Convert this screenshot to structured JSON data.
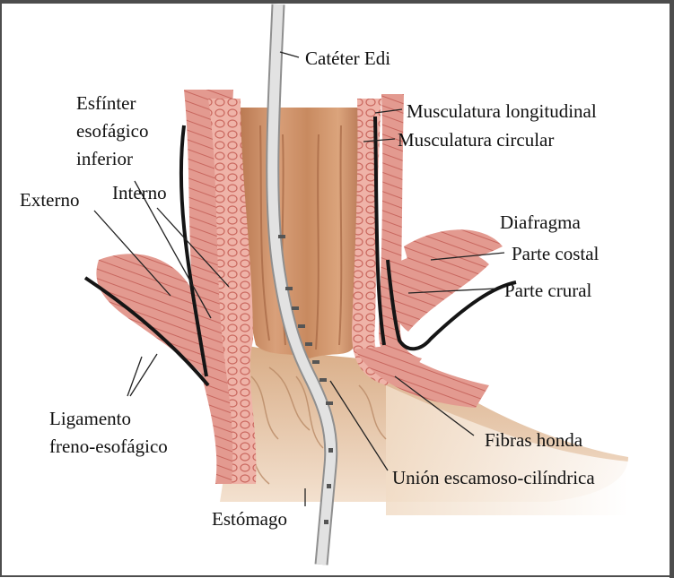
{
  "labels": {
    "cateter": "Catéter Edi",
    "esfinter": [
      "Esfínter",
      "esofágico",
      "inferior"
    ],
    "externo": "Externo",
    "interno": "Interno",
    "musc_long": "Musculatura longitudinal",
    "musc_circ": "Musculatura circular",
    "diafragma": "Diafragma",
    "parte_costal": "Parte costal",
    "parte_crural": "Parte crural",
    "ligamento": [
      "Ligamento",
      "freno-esofágico"
    ],
    "fibras": "Fibras honda",
    "union": "Unión escamoso-cilíndrica",
    "estomago": "Estómago"
  },
  "colors": {
    "frame": "#4d4d4d",
    "muscle_pink": "#e8a39a",
    "muscle_dark": "#c9675e",
    "esophagus_tan": "#c98d63",
    "stomach_tan": "#e7c7a6",
    "membrane": "#151515",
    "catheter": "#d6d6d6"
  }
}
